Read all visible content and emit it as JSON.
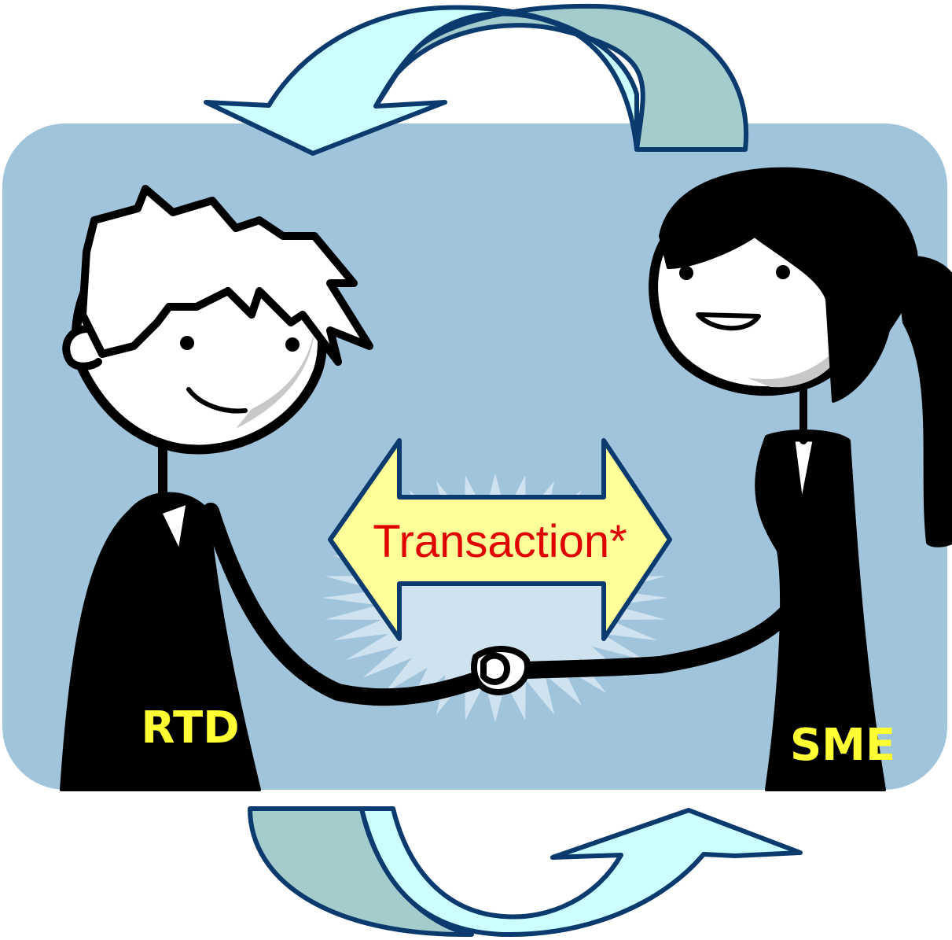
{
  "colors": {
    "panel": "#a0c4dc",
    "arrow_light": "#ccffff",
    "arrow_dark": "#a4cccc",
    "arrow_outline": "#0b3a6e",
    "center_arrow_fill": "#ffff99",
    "center_text": "#e00000",
    "name_label": "#ffff33",
    "burst": "#cfe2ef",
    "figure_ink": "#000000",
    "face_shade": "#c8c8c8"
  },
  "labels": {
    "center": "Transaction*",
    "left_person": "RTD",
    "right_person": "SME"
  },
  "icons": {
    "top_cycle": "curved-arrow-icon",
    "bottom_cycle": "curved-arrow-icon",
    "center": "double-headed-arrow-icon",
    "handshake": "handshake-icon"
  }
}
